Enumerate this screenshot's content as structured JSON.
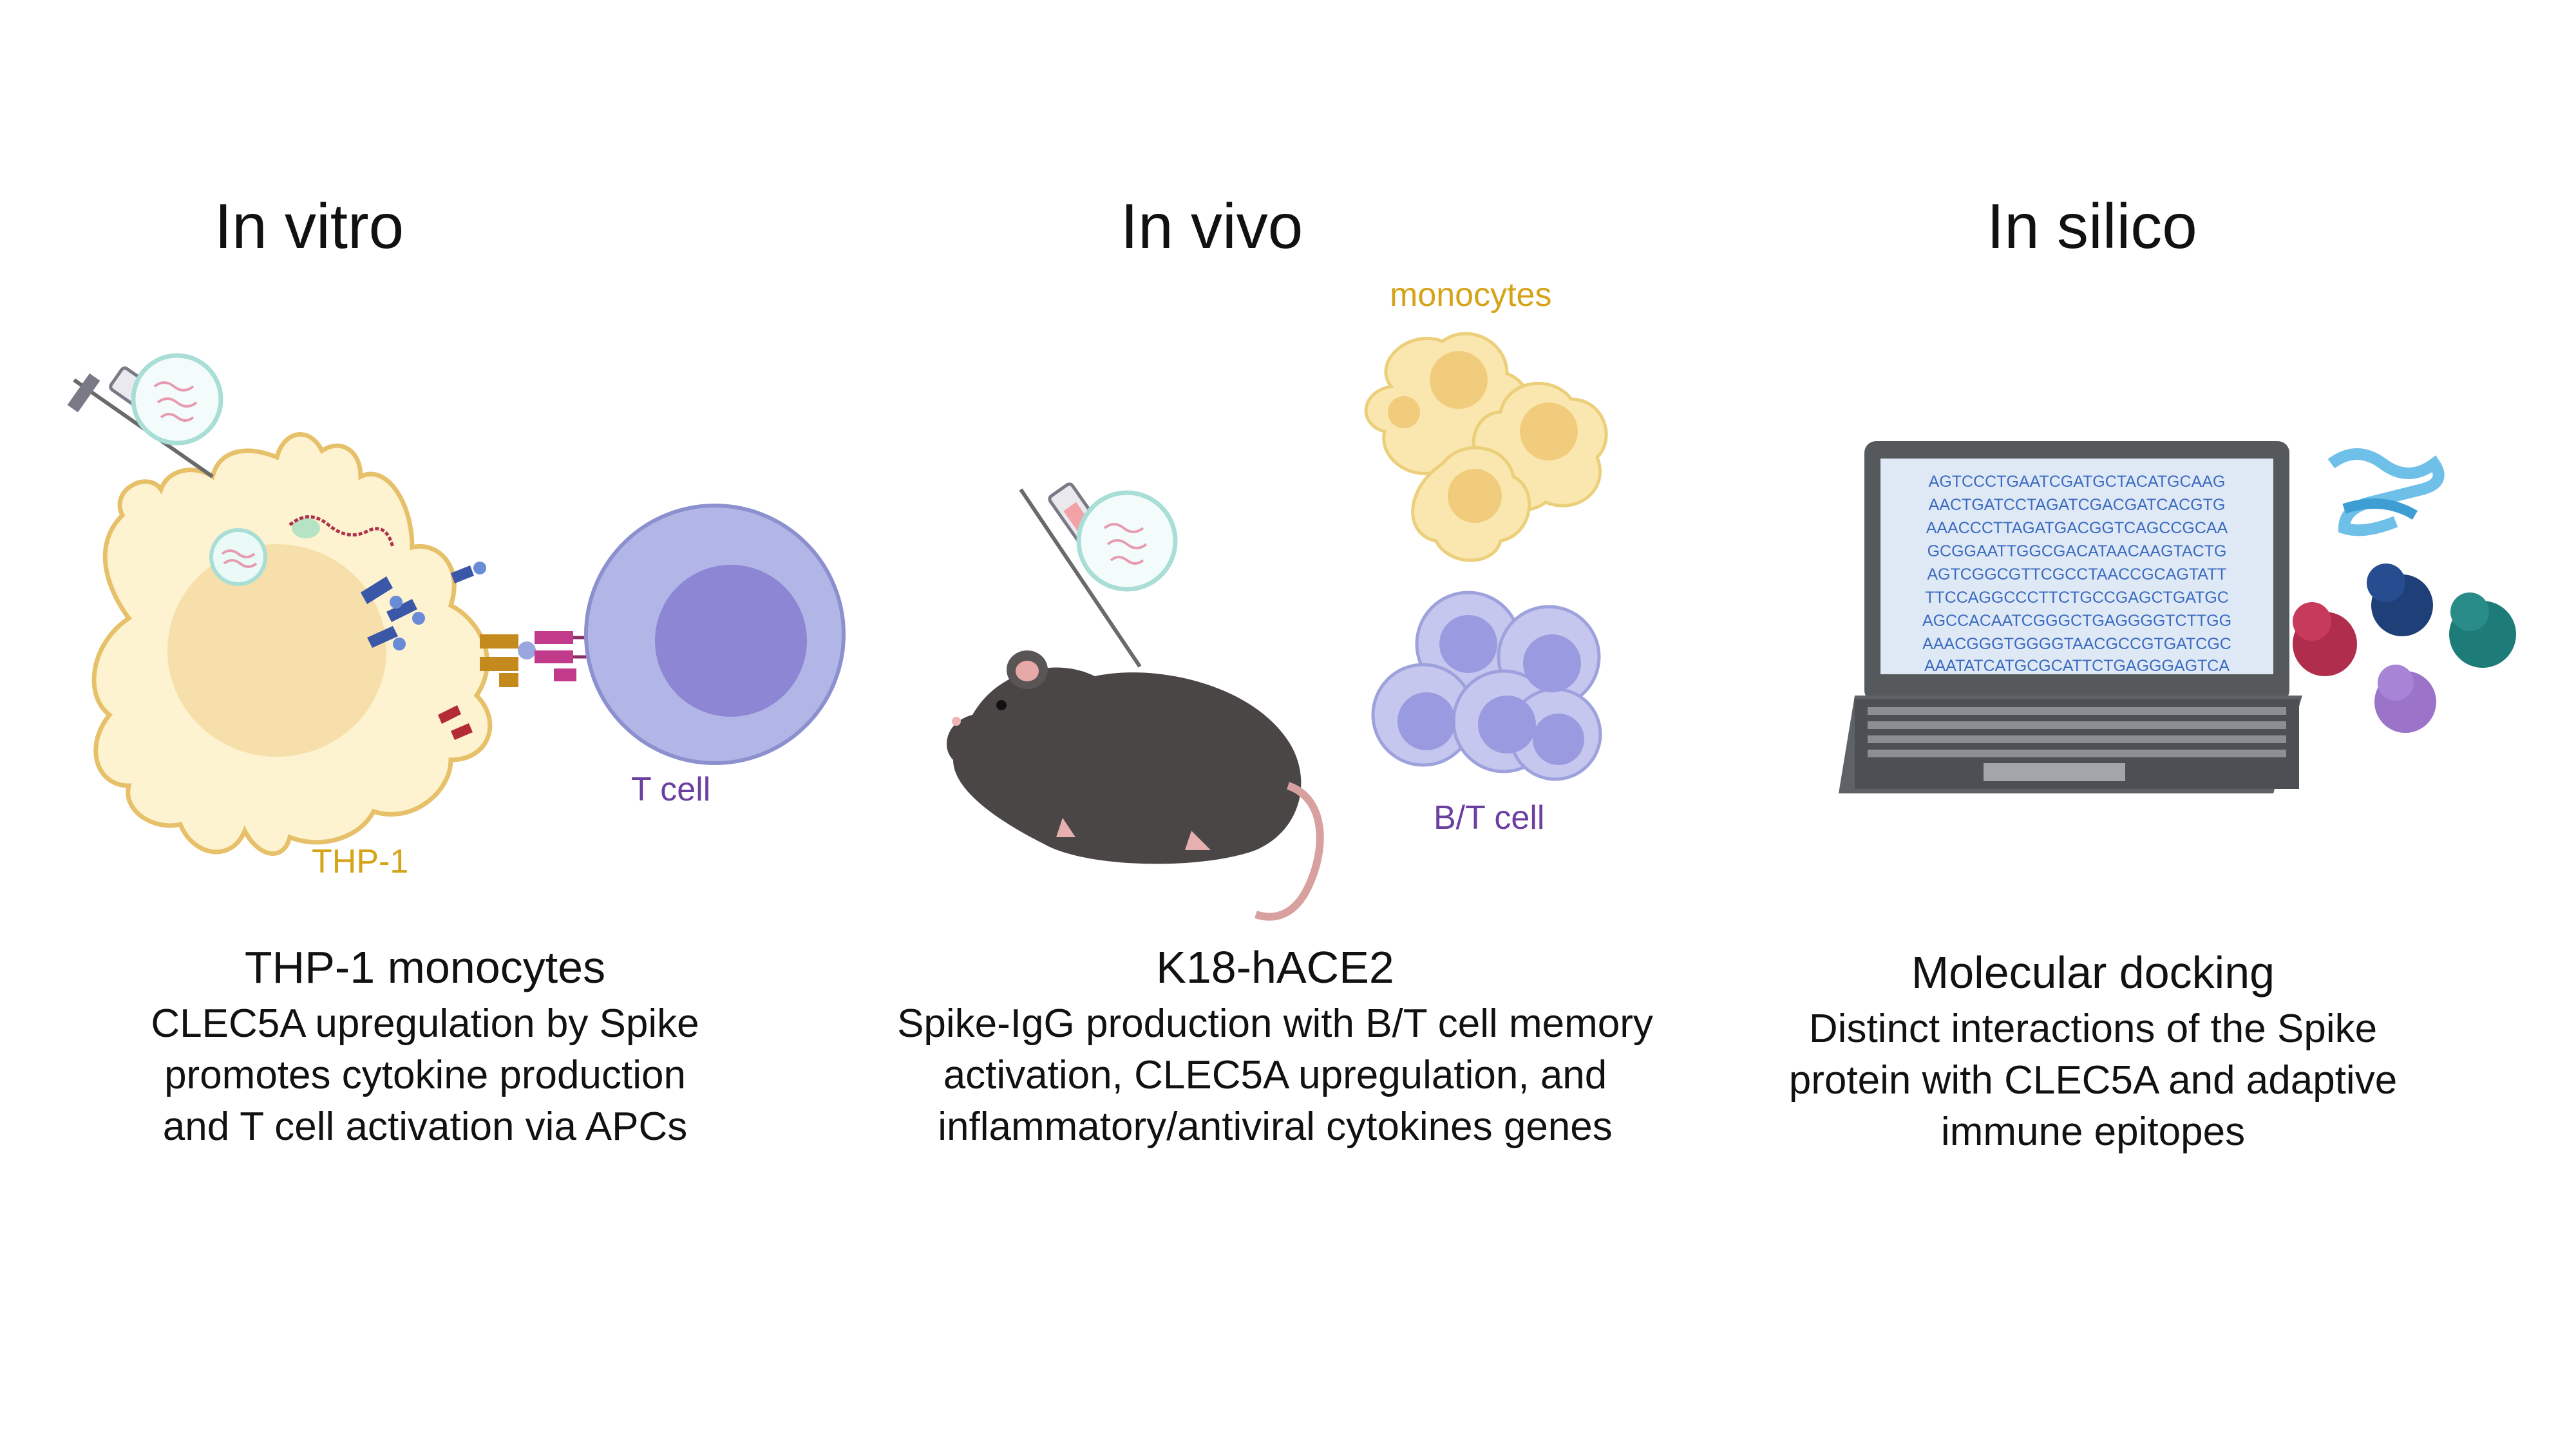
{
  "panels": [
    {
      "heading": "In vitro",
      "cell_labels": [
        "THP-1",
        "T cell"
      ],
      "subtitle": "THP-1 monocytes",
      "description": [
        "CLEC5A upregulation by Spike",
        "promotes cytokine production",
        "and T cell activation via APCs"
      ]
    },
    {
      "heading": "In vivo",
      "cell_labels": [
        "monocytes",
        "B/T cell"
      ],
      "subtitle": "K18-hACE2",
      "description": [
        "Spike-IgG production with B/T cell memory",
        "activation, CLEC5A upregulation, and",
        "inflammatory/antiviral cytokines genes"
      ]
    },
    {
      "heading": "In silico",
      "subtitle": "Molecular docking",
      "description": [
        "Distinct interactions of the Spike",
        "protein with CLEC5A and adaptive",
        "immune epitopes"
      ],
      "screen_sequences": [
        "AGTCCCTGAATCGATGCTACATGCAAG",
        "AACTGATCCTAGATCGACGATCACGTG",
        "AAACCCTTAGATGACGGTCAGCCGCAA",
        "GCGGAATTGGCGACATAACAAGTACTG",
        "AGTCGGCGTTCGCCTAACCGCAGTATT",
        "TTCCAGGCCCTTCTGCCGAGCTGATGC",
        "AGCCACAATCGGGCTGAGGGGTCTTGG",
        "AAACGGGTGGGGTAACGCCGTGATCGC",
        "AAATATCATGCGCATTCTGAGGGAGTCA"
      ]
    }
  ],
  "colors": {
    "thp1_label": "#d4a317",
    "tcell_label": "#6a3fa0",
    "monocytes_label": "#d4a317",
    "btcell_label": "#6a3fa0"
  }
}
